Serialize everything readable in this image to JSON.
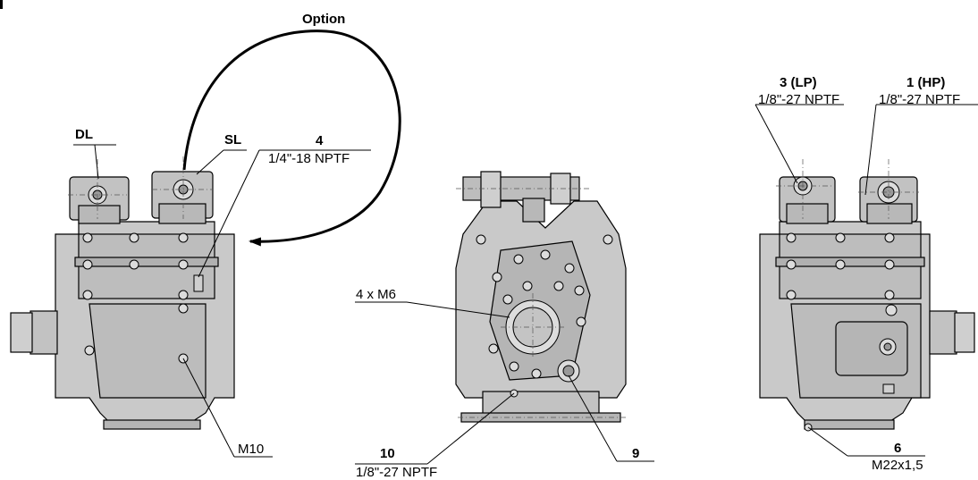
{
  "labels": {
    "option": "Option",
    "dl": "DL",
    "sl": "SL",
    "c4_num": "4",
    "c4_spec": "1/4\"-18 NPTF",
    "m10": "M10",
    "m6": "4 x M6",
    "c10_num": "10",
    "c10_spec": "1/8\"-27 NPTF",
    "c9_num": "9",
    "c3_num": "3 (LP)",
    "c3_spec": "1/8\"-27 NPTF",
    "c1_num": "1 (HP)",
    "c1_spec": "1/8\"-27 NPTF",
    "c6_num": "6",
    "c6_spec": "M22x1,5"
  },
  "colors": {
    "body": "#c9c9c9",
    "body_dark": "#a9a9a9",
    "line": "#000000",
    "centerline": "#555555"
  }
}
